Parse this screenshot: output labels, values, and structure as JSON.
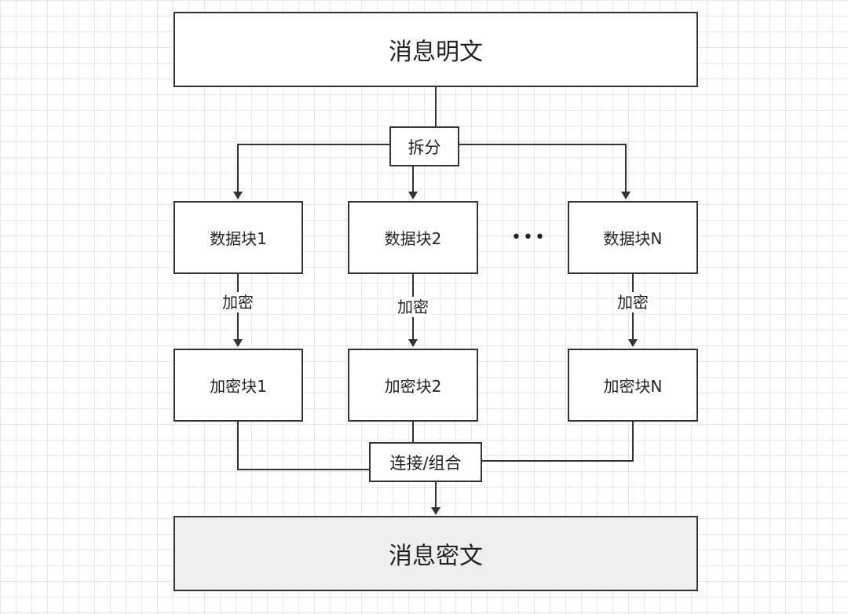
{
  "top": {
    "label": "消息明文"
  },
  "split": {
    "label": "拆分"
  },
  "blocks": [
    {
      "data_label": "数据块1",
      "encrypt_label": "加密",
      "cipher_label": "加密块1"
    },
    {
      "data_label": "数据块2",
      "encrypt_label": "加密",
      "cipher_label": "加密块2"
    },
    {
      "data_label": "数据块N",
      "encrypt_label": "加密",
      "cipher_label": "加密块N"
    }
  ],
  "ellipsis": "•••",
  "combine": {
    "label": "连接/组合"
  },
  "bottom": {
    "label": "消息密文"
  },
  "colors": {
    "stroke": "#333333",
    "grid": "#e6e6e6",
    "shaded_fill": "#efefef"
  }
}
